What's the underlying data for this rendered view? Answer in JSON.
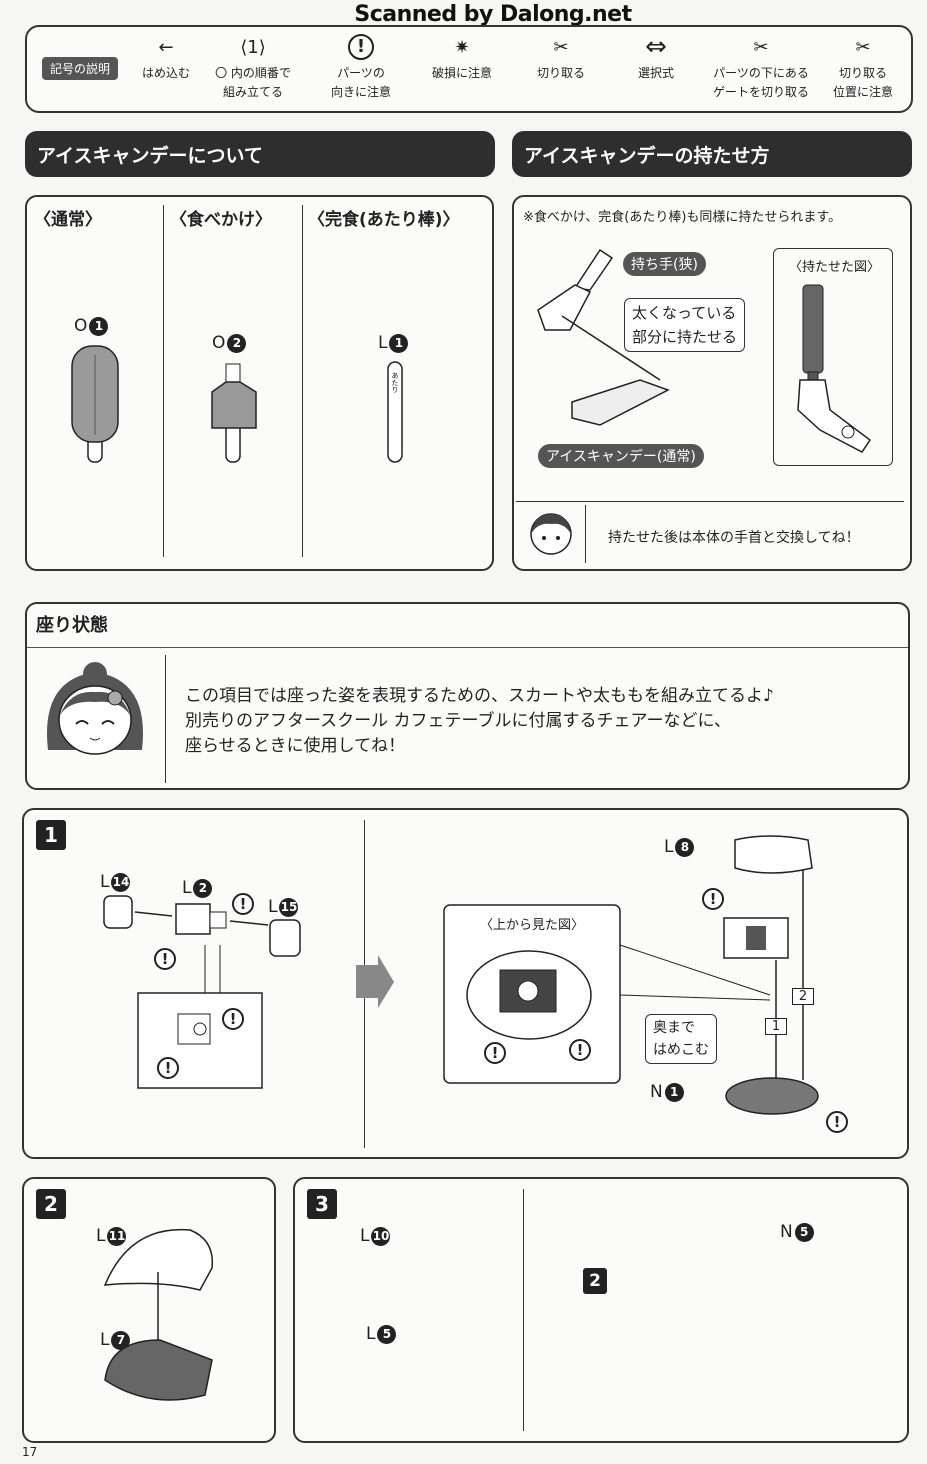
{
  "watermark": "Scanned by Dalong.net",
  "legend": {
    "title": "記号の説明",
    "items": [
      {
        "icon": "arrow-left-icon",
        "glyph": "←",
        "label": "はめ込む"
      },
      {
        "icon": "step-order-icon",
        "glyph": "⟨1⟩",
        "label": "〇 内の順番で",
        "label2": "組み立てる"
      },
      {
        "icon": "caution-direction-icon",
        "glyph": "!",
        "label": "パーツの",
        "label2": "向きに注意"
      },
      {
        "icon": "break-caution-icon",
        "glyph": "✷",
        "label": "破損に注意"
      },
      {
        "icon": "cut-icon",
        "glyph": "✂",
        "label": "切り取る"
      },
      {
        "icon": "choice-icon",
        "glyph": "⇔",
        "label": "選択式"
      },
      {
        "icon": "gate-cut-icon",
        "glyph": "✂",
        "label": "パーツの下にある",
        "label2": "ゲートを切り取る"
      },
      {
        "icon": "cut-position-icon",
        "glyph": "✂",
        "label": "切り取る",
        "label2": "位置に注意"
      }
    ]
  },
  "about": {
    "header": "アイスキャンデーについて",
    "columns": [
      {
        "label": "〈通常〉",
        "part_letter": "O",
        "part_num": "1"
      },
      {
        "label": "〈食べかけ〉",
        "part_letter": "O",
        "part_num": "2"
      },
      {
        "label": "〈完食(あたり棒)〉",
        "part_letter": "L",
        "part_num": "1",
        "stick_text": "あたり"
      }
    ]
  },
  "holding": {
    "header": "アイスキャンデーの持たせ方",
    "note": "※食べかけ、完食(あたり棒)も同様に持たせられます。",
    "hand_label": "持ち手(狭)",
    "bubble_line1": "太くなっている",
    "bubble_line2": "部分に持たせる",
    "candy_label": "アイスキャンデー(通常)",
    "held_view_title": "〈持たせた図〉",
    "footer": "持たせた後は本体の手首と交換してね！"
  },
  "sitting": {
    "header": "座り状態",
    "lines": [
      "この項目では座った姿を表現するための、スカートや太ももを組み立てるよ♪",
      "別売りのアフタースクール カフェテーブルに付属するチェアーなどに、",
      "座らせるときに使用してね！"
    ]
  },
  "steps": [
    {
      "number": "1",
      "parts": [
        {
          "l": "L",
          "n": "14"
        },
        {
          "l": "L",
          "n": "2"
        },
        {
          "l": "L",
          "n": "15"
        },
        {
          "l": "L",
          "n": "8"
        },
        {
          "l": "N",
          "n": "1"
        }
      ],
      "top_view": "〈上から見た図〉",
      "bubble_line1": "奥まで",
      "bubble_line2": "はめこむ",
      "order1": "1",
      "order2": "2"
    },
    {
      "number": "2",
      "parts": [
        {
          "l": "L",
          "n": "11"
        },
        {
          "l": "L",
          "n": "7"
        }
      ]
    },
    {
      "number": "3",
      "parts": [
        {
          "l": "L",
          "n": "10"
        },
        {
          "l": "L",
          "n": "5"
        },
        {
          "l": "N",
          "n": "5"
        }
      ],
      "sub_step": "2"
    }
  ],
  "page_number": "17"
}
